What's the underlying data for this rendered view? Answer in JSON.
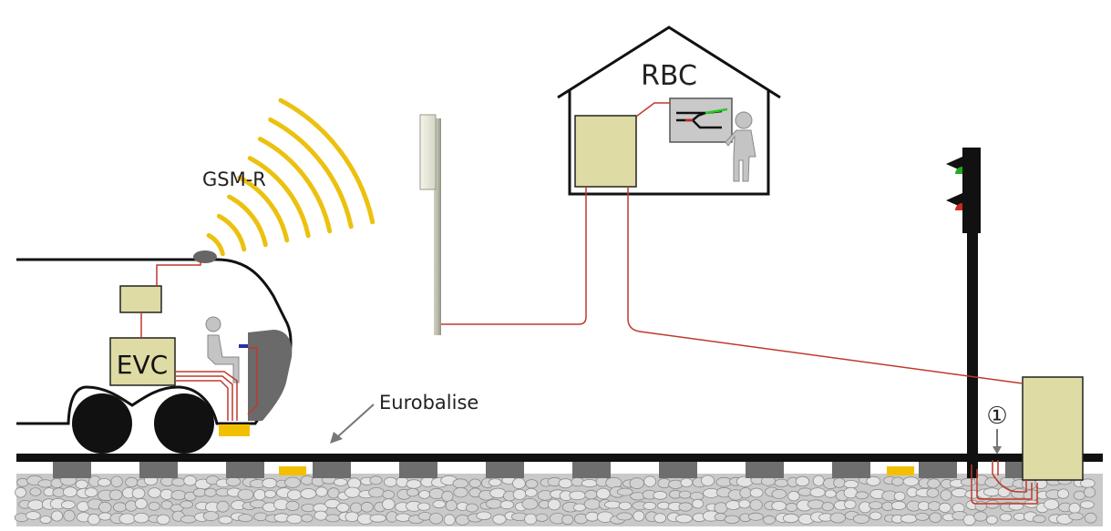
{
  "labels": {
    "gsm_r": "GSM-R",
    "rbc": "RBC",
    "evc": "EVC",
    "eurobalise": "Eurobalise",
    "marker": "①"
  },
  "colors": {
    "cable": "#c0392b",
    "equipment": "#dedba4",
    "radio_wave": "#ecc10f",
    "balise": "#f2c000",
    "rail": "#111111",
    "sleeper": "#6e6e6e",
    "ballast": "#d9d9d9",
    "signal_green": "#22aa22",
    "signal_red": "#cc2a1a",
    "screen_bg": "#c9c9c9",
    "person": "#c4c4c4"
  }
}
